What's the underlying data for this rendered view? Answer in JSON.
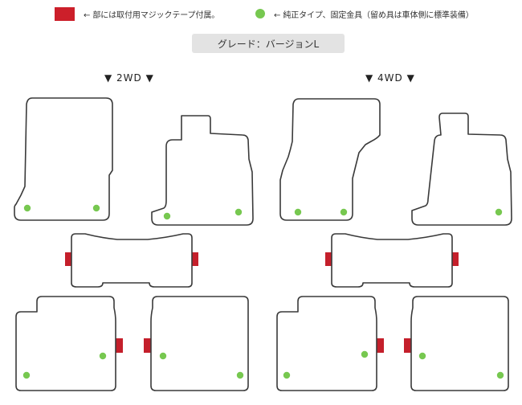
{
  "legend": {
    "velcro_text": "← 部には取付用マジックテープ付属。",
    "clip_text": "← 純正タイプ、固定金具（留め具は車体側に標準装備）"
  },
  "grade": {
    "text": "グレード：バージョンL"
  },
  "sections": {
    "left": "▼ 2WD ▼",
    "right": "▼ 4WD ▼"
  },
  "colors": {
    "velcro": "#c41f2b",
    "clip": "#77c850",
    "badge": "#e3e3e3"
  }
}
